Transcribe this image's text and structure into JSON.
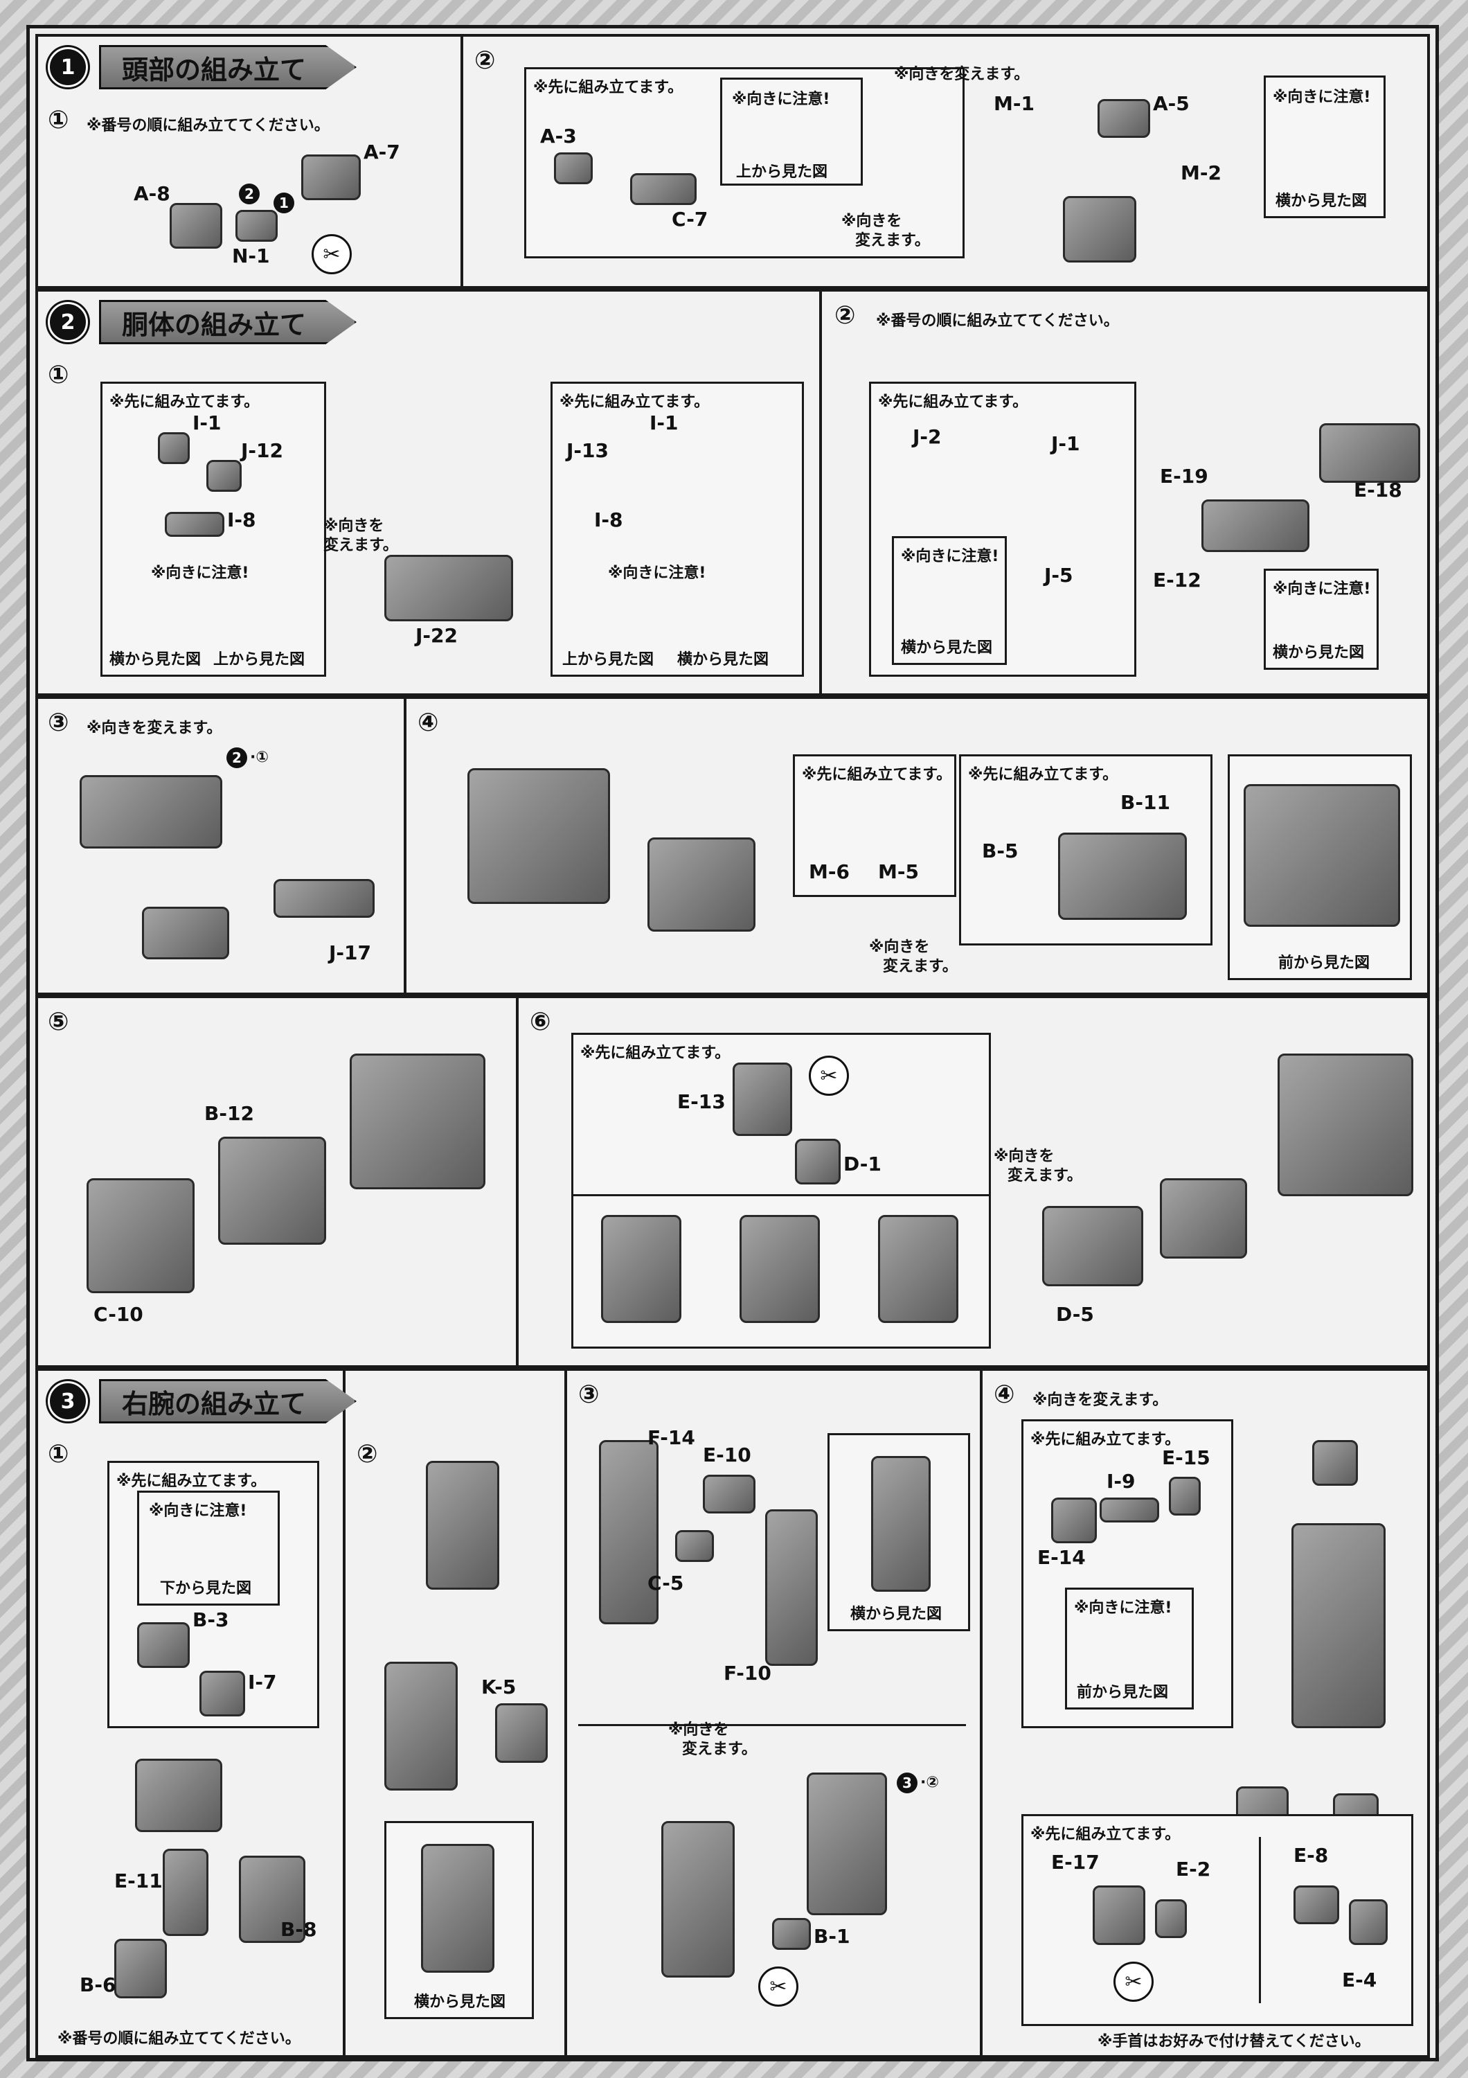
{
  "section1": {
    "number": "1",
    "title": "頭部の組み立て"
  },
  "section2": {
    "number": "2",
    "title": "胴体の組み立て"
  },
  "section3": {
    "number": "3",
    "title": "右腕の組み立て"
  },
  "steps": {
    "s1": "①",
    "s2": "②",
    "s3": "③",
    "s4": "④",
    "s5": "⑤",
    "s6": "⑥"
  },
  "order_note": "※番号の順に組み立ててください。",
  "order_note_bottom": "※番号の順に組み立ててください。",
  "pre_assemble": "※先に組み立てます。",
  "change_dir": "※向きを変えます。",
  "change_dir_wrapped": [
    "※向きを",
    "変えます。"
  ],
  "attention": "※向きに注意!",
  "views": {
    "top": "上から見た図",
    "side": "横から見た図",
    "front": "前から見た図",
    "bottom": "下から見た図"
  },
  "hand_note": "※手首はお好みで付け替えてください。",
  "refs": {
    "r2_1": "2·①",
    "r3_2": "3·②"
  },
  "badges": {
    "one": "1",
    "two": "2"
  },
  "parts": {
    "head1": [
      "A-8",
      "A-7",
      "N-1"
    ],
    "head2": [
      "A-3",
      "C-7",
      "M-1",
      "A-5",
      "M-2"
    ],
    "body1": [
      "I-1",
      "J-12",
      "I-8",
      "J-22",
      "J-13",
      "I-1",
      "I-8"
    ],
    "body2": [
      "J-2",
      "J-1",
      "J-5",
      "E-19",
      "E-18",
      "E-12"
    ],
    "body3": [
      "J-17"
    ],
    "body4": [
      "M-6",
      "M-5",
      "B-5",
      "B-11"
    ],
    "body5": [
      "B-12",
      "C-10"
    ],
    "body6": [
      "E-13",
      "D-1",
      "D-5"
    ],
    "arm1": [
      "B-3",
      "I-7",
      "E-11",
      "B-6",
      "B-8"
    ],
    "arm2": [
      "K-5"
    ],
    "arm3": [
      "F-14",
      "E-10",
      "C-5",
      "F-10",
      "B-1"
    ],
    "arm4": [
      "E-15",
      "I-9",
      "E-14",
      "E-17",
      "E-2",
      "E-8",
      "E-4"
    ]
  }
}
